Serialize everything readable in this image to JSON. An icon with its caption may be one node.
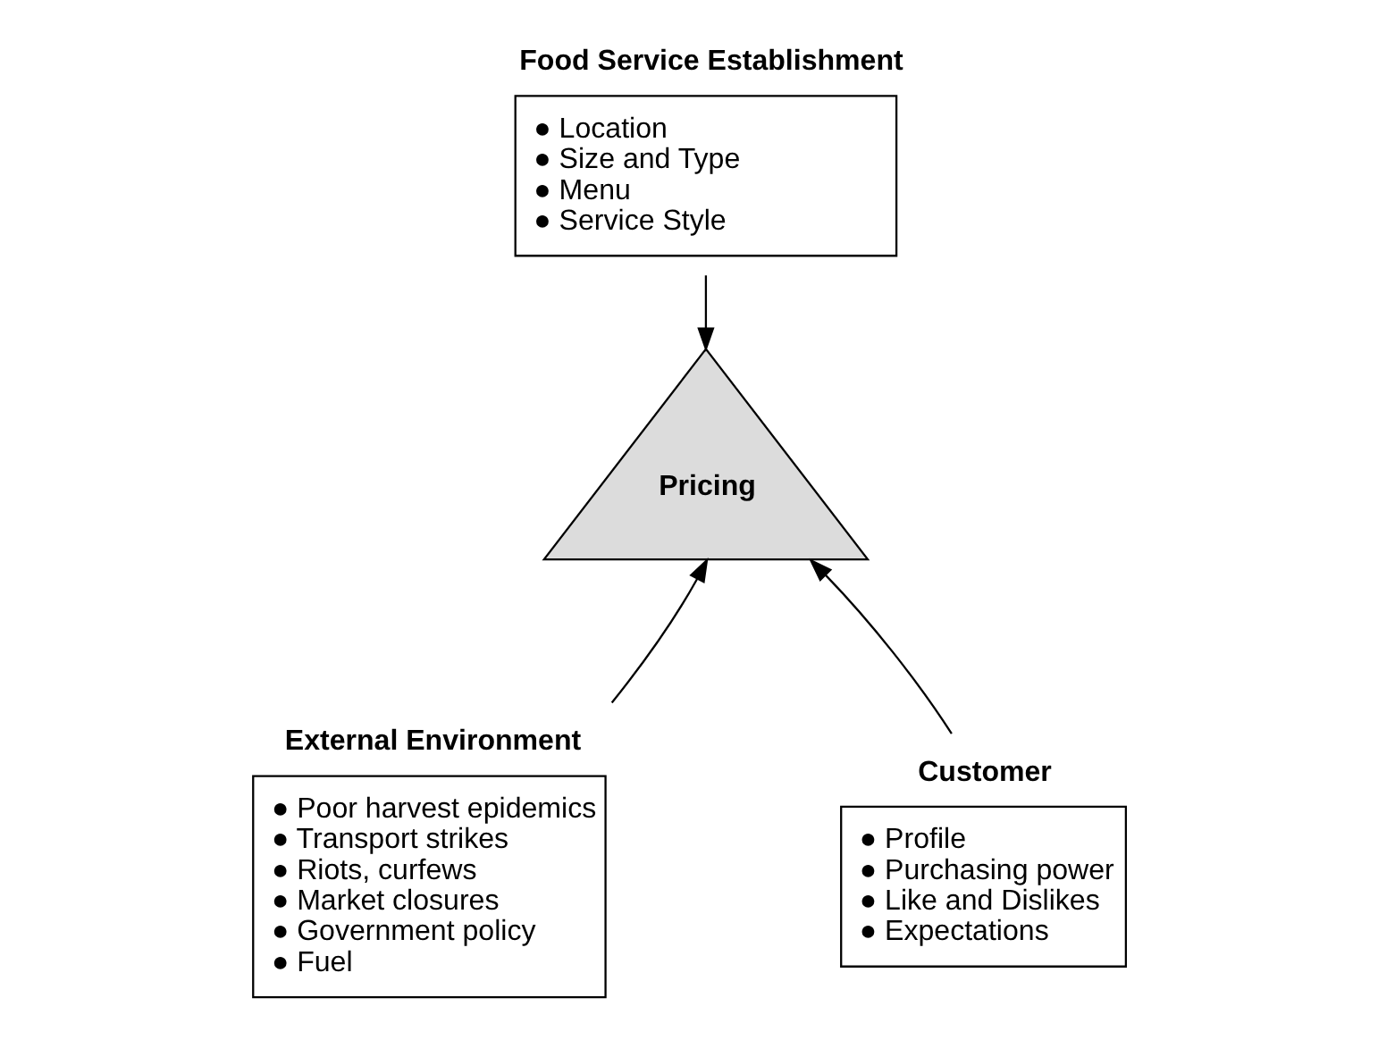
{
  "diagram": {
    "nodes": [
      {
        "text": [
          "Food Service Establishment",
          "● Location",
          "● Size and Type",
          "● Menu",
          "● Service Style"
        ]
      },
      {
        "text": [
          "Pricing"
        ]
      },
      {
        "text": [
          "External Environment",
          "● Poor harvest epidemics",
          "● Transport strikes",
          "● Riots, curfews",
          "● Market closures",
          "● Government policy",
          "● Fuel"
        ]
      },
      {
        "text": [
          "Customer",
          "● Profile",
          "● Purchasing power",
          "● Like and Dislikes",
          "● Expectations"
        ]
      }
    ],
    "edges": [
      {
        "from": 0,
        "to": 1,
        "arrow": "to"
      },
      {
        "from": 2,
        "to": 1,
        "arrow": "to"
      },
      {
        "from": 3,
        "to": 1,
        "arrow": "to"
      }
    ]
  }
}
